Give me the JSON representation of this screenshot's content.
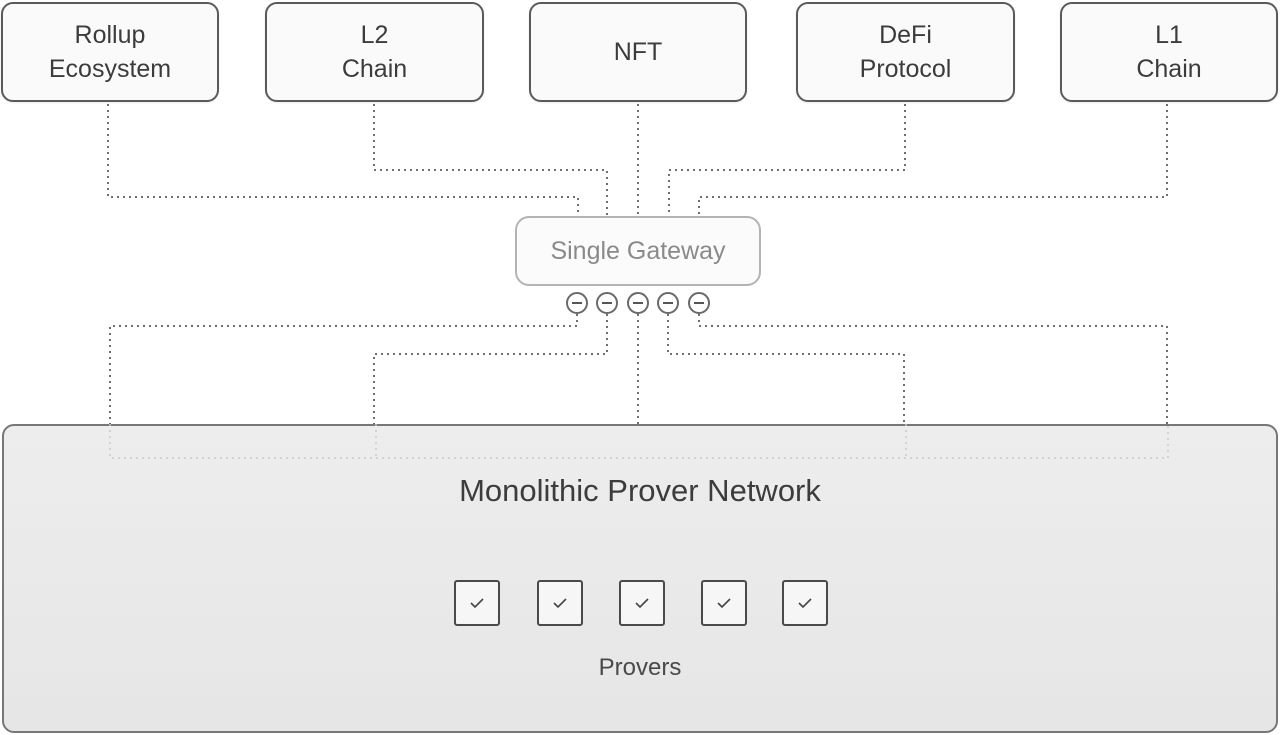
{
  "sources": [
    {
      "id": "rollup",
      "label": "Rollup\nEcosystem"
    },
    {
      "id": "l2",
      "label": "L2\nChain"
    },
    {
      "id": "nft",
      "label": "NFT"
    },
    {
      "id": "defi",
      "label": "DeFi\nProtocol"
    },
    {
      "id": "l1",
      "label": "L1\nChain"
    }
  ],
  "gateway": {
    "label": "Single Gateway"
  },
  "network": {
    "title": "Monolithic Prover Network",
    "provers_label": "Provers"
  },
  "colors": {
    "node_border": "#5a5a5a",
    "gateway_border": "#b4b4b4",
    "network_fill": "#e9e9e9",
    "wire": "#6a6a6a"
  }
}
